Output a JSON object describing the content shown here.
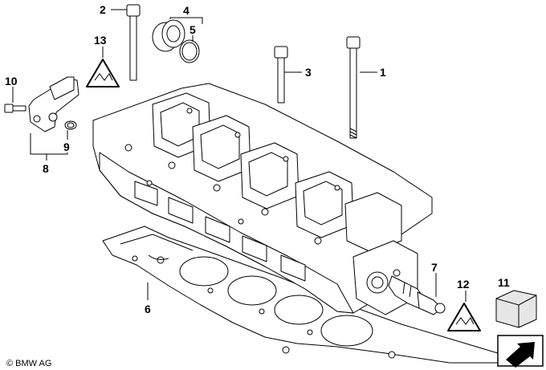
{
  "callouts": {
    "c1": "1",
    "c2": "2",
    "c3": "3",
    "c4": "4",
    "c5": "5",
    "c6": "6",
    "c7": "7",
    "c8": "8",
    "c9": "9",
    "c10": "10",
    "c11": "11",
    "c12": "12",
    "c13": "13"
  },
  "copyright": "© BMW AG",
  "colors": {
    "line": "#000000",
    "background": "#ffffff",
    "box_shade": "#e6e6e6",
    "arrow_box": "#000000"
  }
}
